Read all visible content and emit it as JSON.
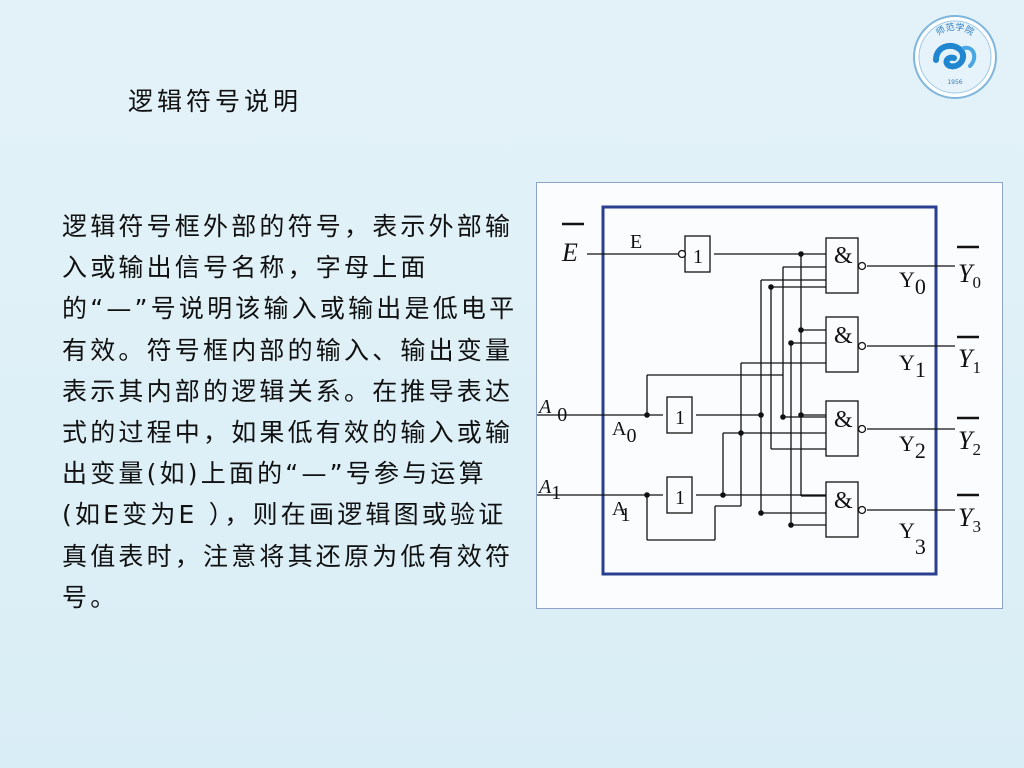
{
  "slide": {
    "title": "逻辑符号说明",
    "body": "逻辑符号框外部的符号，表示外部输入或输出信号名称，字母上面的“—”号说明该输入或输出是低电平有效。符号框内部的输入、输出变量表示其内部的逻辑关系。在推导表达式的过程中，如果低有效的输入或输出变量(如)上面的“—”号参与运算(如E变为E ），则在画逻辑图或验证真值表时，注意将其还原为低有效符号。",
    "logo": {
      "text": "师范学院",
      "year": "1956"
    },
    "accent_color": "#2a3f8f"
  },
  "diagram": {
    "external_inputs": {
      "enable": "E",
      "a0": {
        "main": "A",
        "sub": "0"
      },
      "a1": {
        "main": "A",
        "sub": "1"
      }
    },
    "internal_labels": {
      "enable": "E",
      "a0": {
        "main": "A",
        "sub": "0"
      },
      "a1": {
        "main": "A",
        "sub": "1"
      }
    },
    "not_gate_symbol": "1",
    "and_gate_symbol": "&",
    "outputs": [
      {
        "main": "Y",
        "sub": "0"
      },
      {
        "main": "Y",
        "sub": "1"
      },
      {
        "main": "Y",
        "sub": "2"
      },
      {
        "main": "Y",
        "sub": "3"
      }
    ],
    "internal_outputs": [
      {
        "main": "Y",
        "sub": "0"
      },
      {
        "main": "Y",
        "sub": "1"
      },
      {
        "main": "Y",
        "sub": "2"
      },
      {
        "main": "Y",
        "sub": "3"
      }
    ]
  }
}
